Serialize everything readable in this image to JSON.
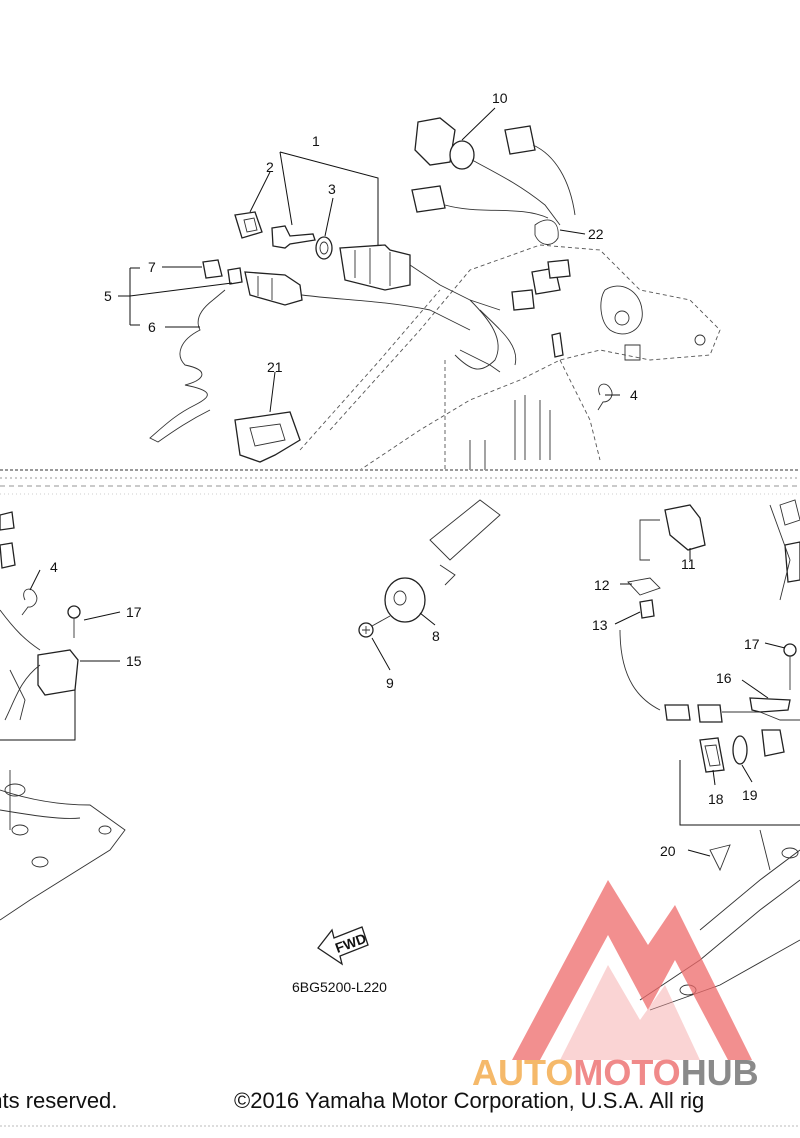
{
  "diagram": {
    "code": "6BG5200-L220",
    "fwd_arrow_label": "FWD",
    "callouts": [
      "1",
      "2",
      "3",
      "4",
      "5",
      "6",
      "7",
      "8",
      "9",
      "10",
      "11",
      "12",
      "13",
      "15",
      "16",
      "17",
      "18",
      "19",
      "20",
      "21",
      "22"
    ],
    "callout_4b": "4",
    "callout_17b": "17"
  },
  "footer": {
    "left_fragment": "ghts reserved.",
    "right_fragment": "©2016 Yamaha Motor Corporation, U.S.A. All rig"
  },
  "watermark": {
    "part1": "AUTO",
    "part2": "MOTO",
    "part3": "HUB",
    "colors": {
      "auto": "#f5b96a",
      "moto": "#f08a8a",
      "hub": "#8a8a8a",
      "logo": "#ee6a6a"
    }
  }
}
